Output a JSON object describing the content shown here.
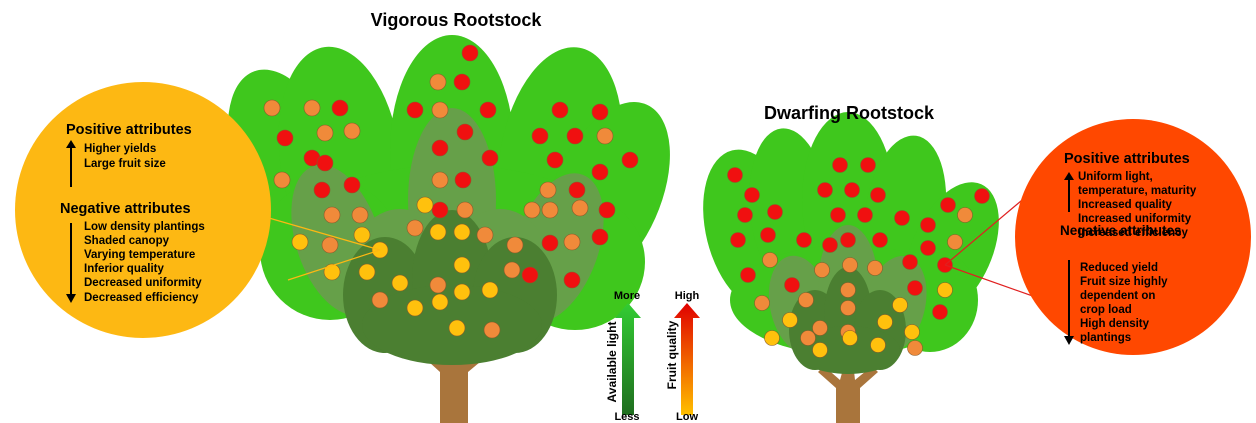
{
  "vigorous": {
    "title": "Vigorous Rootstock",
    "positive_heading": "Positive attributes",
    "positive_items": [
      "Higher yields",
      "Large fruit size"
    ],
    "negative_heading": "Negative attributes",
    "negative_items": [
      "Low density plantings",
      "Shaded canopy",
      "Varying temperature",
      "Inferior quality",
      "Decreased uniformity",
      "Decreased efficiency"
    ],
    "circle_color": "#fdb813"
  },
  "dwarfing": {
    "title": "Dwarfing Rootstock",
    "positive_heading": "Positive attributes",
    "positive_items": [
      "Uniform light,",
      "temperature, maturity",
      "Increased quality",
      "Increased uniformity",
      "Increased efficiency"
    ],
    "negative_heading": "Negative attributes",
    "negative_items": [
      "Reduced yield",
      "Fruit size highly",
      "dependent on",
      "crop load",
      "High density",
      "plantings"
    ],
    "circle_color": "#ff4800"
  },
  "scales": {
    "light": {
      "label": "Available light",
      "top": "More",
      "bottom": "Less",
      "color_top": "#33cc33",
      "color_bottom": "#1f6e1f"
    },
    "quality": {
      "label": "Fruit quality",
      "top": "High",
      "bottom": "Low",
      "color_top": "#e00000",
      "color_bottom": "#ffc000"
    }
  },
  "colors": {
    "leaf_bright": "#3fc71d",
    "leaf_mid": "#66a049",
    "leaf_dark": "#4b7f31",
    "trunk": "#a9753c",
    "fruit_red": "#f01010",
    "fruit_orange": "#f08a3a",
    "fruit_yellow": "#ffc10d"
  }
}
